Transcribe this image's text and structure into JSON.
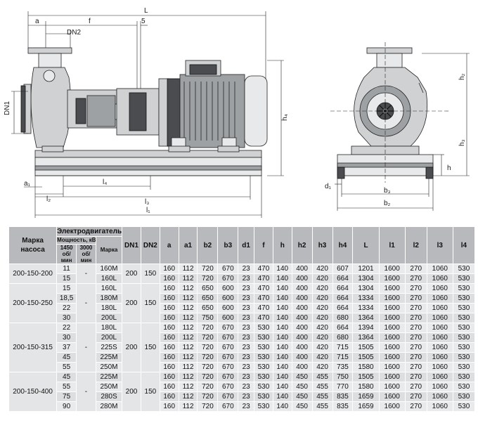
{
  "drawing": {
    "side_labels": {
      "L": "L",
      "a": "a",
      "f": "f",
      "five": "5",
      "DN2": "DN2",
      "DN1": "DN1",
      "h4": "h₄",
      "a1": "a₁",
      "l2": "l₂",
      "l4": "l₄",
      "l3": "l₃",
      "l1": "l₁"
    },
    "front_labels": {
      "h2": "h₂",
      "h3": "h₃",
      "h": "h",
      "d1": "d₁",
      "b3": "b₃",
      "b2": "b₂"
    }
  },
  "table": {
    "headers": {
      "pump_model": "Марка насоса",
      "motor": "Электродвигатель",
      "power": "Мощность, кВт",
      "rpm1450": "1450 об/мин",
      "rpm3000": "3000 об/мин",
      "brand": "Марка",
      "cols": [
        "DN1",
        "DN2",
        "a",
        "a1",
        "b2",
        "b3",
        "d1",
        "f",
        "h",
        "h2",
        "h3",
        "h4",
        "L",
        "l1",
        "l2",
        "l3",
        "l4"
      ]
    },
    "groups": [
      {
        "model": "200-150-200",
        "dn1": "200",
        "dn2": "150",
        "p3000": "-",
        "rows": [
          {
            "p1450": "11",
            "brand": "160M",
            "v": [
              "160",
              "112",
              "720",
              "670",
              "23",
              "470",
              "140",
              "400",
              "420",
              "607",
              "1201",
              "1600",
              "270",
              "1060",
              "530"
            ]
          },
          {
            "p1450": "15",
            "brand": "160L",
            "v": [
              "160",
              "112",
              "720",
              "670",
              "23",
              "470",
              "140",
              "400",
              "420",
              "664",
              "1304",
              "1600",
              "270",
              "1060",
              "530"
            ]
          }
        ]
      },
      {
        "model": "200-150-250",
        "dn1": "200",
        "dn2": "150",
        "p3000": "-",
        "rows": [
          {
            "p1450": "15",
            "brand": "160L",
            "v": [
              "160",
              "112",
              "650",
              "600",
              "23",
              "470",
              "140",
              "400",
              "420",
              "664",
              "1304",
              "1600",
              "270",
              "1060",
              "530"
            ]
          },
          {
            "p1450": "18,5",
            "brand": "180M",
            "v": [
              "160",
              "112",
              "650",
              "600",
              "23",
              "470",
              "140",
              "400",
              "420",
              "664",
              "1334",
              "1600",
              "270",
              "1060",
              "530"
            ]
          },
          {
            "p1450": "22",
            "brand": "180L",
            "v": [
              "160",
              "112",
              "650",
              "600",
              "23",
              "470",
              "140",
              "400",
              "420",
              "664",
              "1334",
              "1600",
              "270",
              "1060",
              "530"
            ]
          },
          {
            "p1450": "30",
            "brand": "200L",
            "v": [
              "160",
              "112",
              "750",
              "600",
              "23",
              "470",
              "140",
              "400",
              "420",
              "680",
              "1364",
              "1600",
              "270",
              "1060",
              "530"
            ]
          }
        ]
      },
      {
        "model": "200-150-315",
        "dn1": "200",
        "dn2": "150",
        "p3000": "-",
        "rows": [
          {
            "p1450": "22",
            "brand": "180L",
            "v": [
              "160",
              "112",
              "720",
              "670",
              "23",
              "530",
              "140",
              "400",
              "420",
              "664",
              "1394",
              "1600",
              "270",
              "1060",
              "530"
            ]
          },
          {
            "p1450": "30",
            "brand": "200L",
            "v": [
              "160",
              "112",
              "720",
              "670",
              "23",
              "530",
              "140",
              "400",
              "420",
              "680",
              "1364",
              "1600",
              "270",
              "1060",
              "530"
            ]
          },
          {
            "p1450": "37",
            "brand": "225S",
            "v": [
              "160",
              "112",
              "720",
              "670",
              "23",
              "530",
              "140",
              "400",
              "420",
              "715",
              "1505",
              "1600",
              "270",
              "1060",
              "530"
            ]
          },
          {
            "p1450": "45",
            "brand": "225M",
            "v": [
              "160",
              "112",
              "720",
              "670",
              "23",
              "530",
              "140",
              "400",
              "420",
              "715",
              "1505",
              "1600",
              "270",
              "1060",
              "530"
            ]
          },
          {
            "p1450": "55",
            "brand": "250M",
            "v": [
              "160",
              "112",
              "720",
              "670",
              "23",
              "530",
              "140",
              "400",
              "420",
              "735",
              "1580",
              "1600",
              "270",
              "1060",
              "530"
            ]
          }
        ]
      },
      {
        "model": "200-150-400",
        "dn1": "200",
        "dn2": "150",
        "p3000": "-",
        "rows": [
          {
            "p1450": "45",
            "brand": "225M",
            "v": [
              "160",
              "112",
              "720",
              "670",
              "23",
              "530",
              "140",
              "450",
              "455",
              "750",
              "1505",
              "1600",
              "270",
              "1060",
              "530"
            ]
          },
          {
            "p1450": "55",
            "brand": "250M",
            "v": [
              "160",
              "112",
              "720",
              "670",
              "23",
              "530",
              "140",
              "450",
              "455",
              "770",
              "1580",
              "1600",
              "270",
              "1060",
              "530"
            ]
          },
          {
            "p1450": "75",
            "brand": "280S",
            "v": [
              "160",
              "112",
              "720",
              "670",
              "23",
              "530",
              "140",
              "450",
              "455",
              "835",
              "1659",
              "1600",
              "270",
              "1060",
              "530"
            ]
          },
          {
            "p1450": "90",
            "brand": "280M",
            "v": [
              "160",
              "112",
              "720",
              "670",
              "23",
              "530",
              "140",
              "450",
              "455",
              "835",
              "1659",
              "1600",
              "270",
              "1060",
              "530"
            ]
          }
        ]
      }
    ]
  }
}
